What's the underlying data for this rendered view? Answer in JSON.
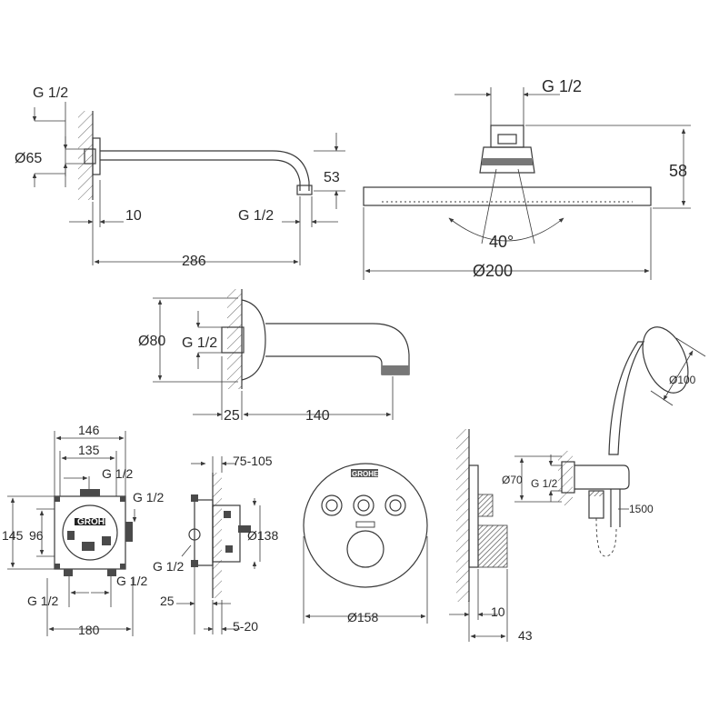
{
  "shower_arm": {
    "thread": "G 1/2",
    "diameter": "Ø65",
    "depth": "10",
    "thread_end": "G 1/2",
    "drop": "53",
    "length": "286"
  },
  "head_shower": {
    "thread": "G 1/2",
    "height": "58",
    "angle": "40°",
    "diameter": "Ø200"
  },
  "bath_spout": {
    "diameter": "Ø80",
    "thread": "G 1/2",
    "depth": "25",
    "length": "140"
  },
  "hand_shower": {
    "diameter": "Ø100",
    "outlet_diameter": "Ø70",
    "thread": "G 1/2",
    "hose": "1500"
  },
  "rough_in": {
    "width_outer": "146",
    "width_inner": "135",
    "thread_top": "G 1/2",
    "thread_side": "G 1/2",
    "height_outer": "145",
    "height_inner": "96",
    "thread_bottom_left": "G 1/2",
    "thread_bottom_right": "G 1/2",
    "width_total": "180",
    "brand": "GROHE"
  },
  "rough_in_side": {
    "depth_range": "75-105",
    "diameter": "Ø138",
    "thread": "G 1/2",
    "offset": "25",
    "cover_range": "5-20"
  },
  "trim": {
    "brand": "GROHE",
    "diameter": "Ø158"
  },
  "trim_side": {
    "wall": "10",
    "depth": "43"
  }
}
